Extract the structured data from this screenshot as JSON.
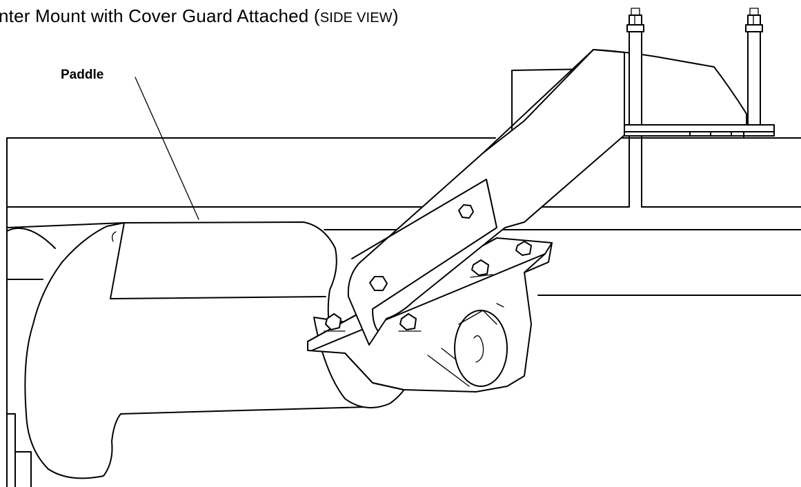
{
  "figure": {
    "title_main": "nter Mount with Cover Guard Attached (",
    "title_view": "SIDE VIEW",
    "title_close": ")",
    "callout_label": "Paddle"
  },
  "colors": {
    "line": "#000000",
    "background": "#ffffff"
  }
}
